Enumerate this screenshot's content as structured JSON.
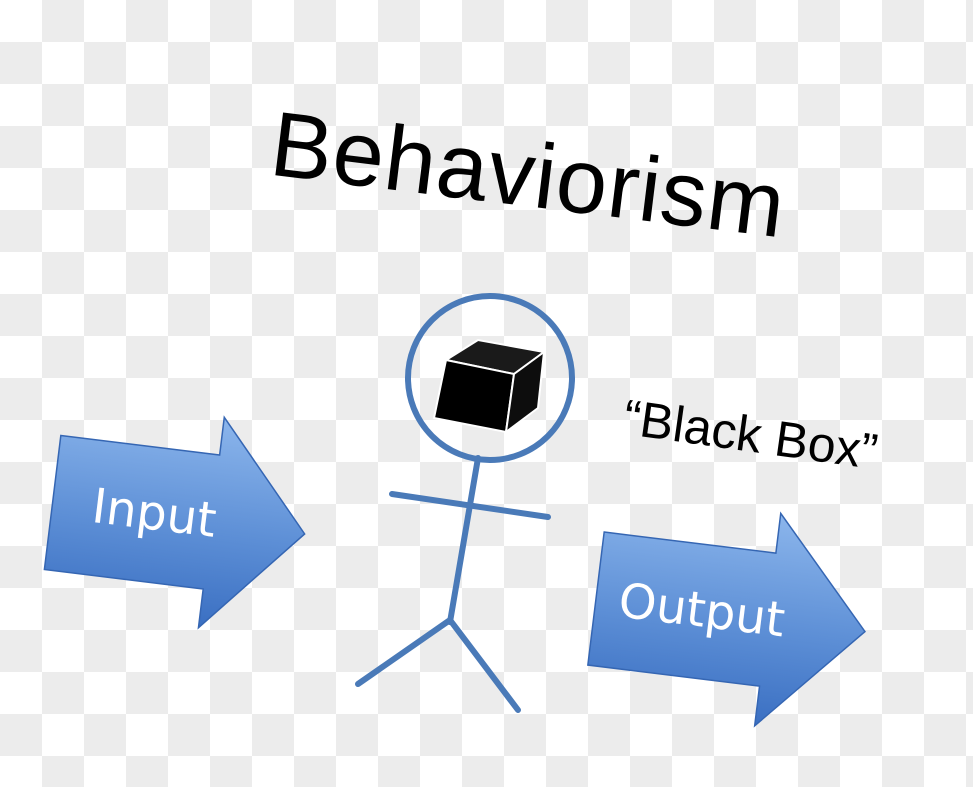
{
  "title": "Behaviorism",
  "caption": "“Black Box”",
  "arrows": {
    "input_label": "Input",
    "output_label": "Output"
  },
  "colors": {
    "figure_stroke": "#4a7ab8",
    "arrow_fill_light": "#8ab4ea",
    "arrow_fill_dark": "#3d72c4",
    "arrow_text": "#ffffff",
    "box_fill": "#000000"
  },
  "icons": {
    "head_content": "black-box-cube-icon"
  }
}
